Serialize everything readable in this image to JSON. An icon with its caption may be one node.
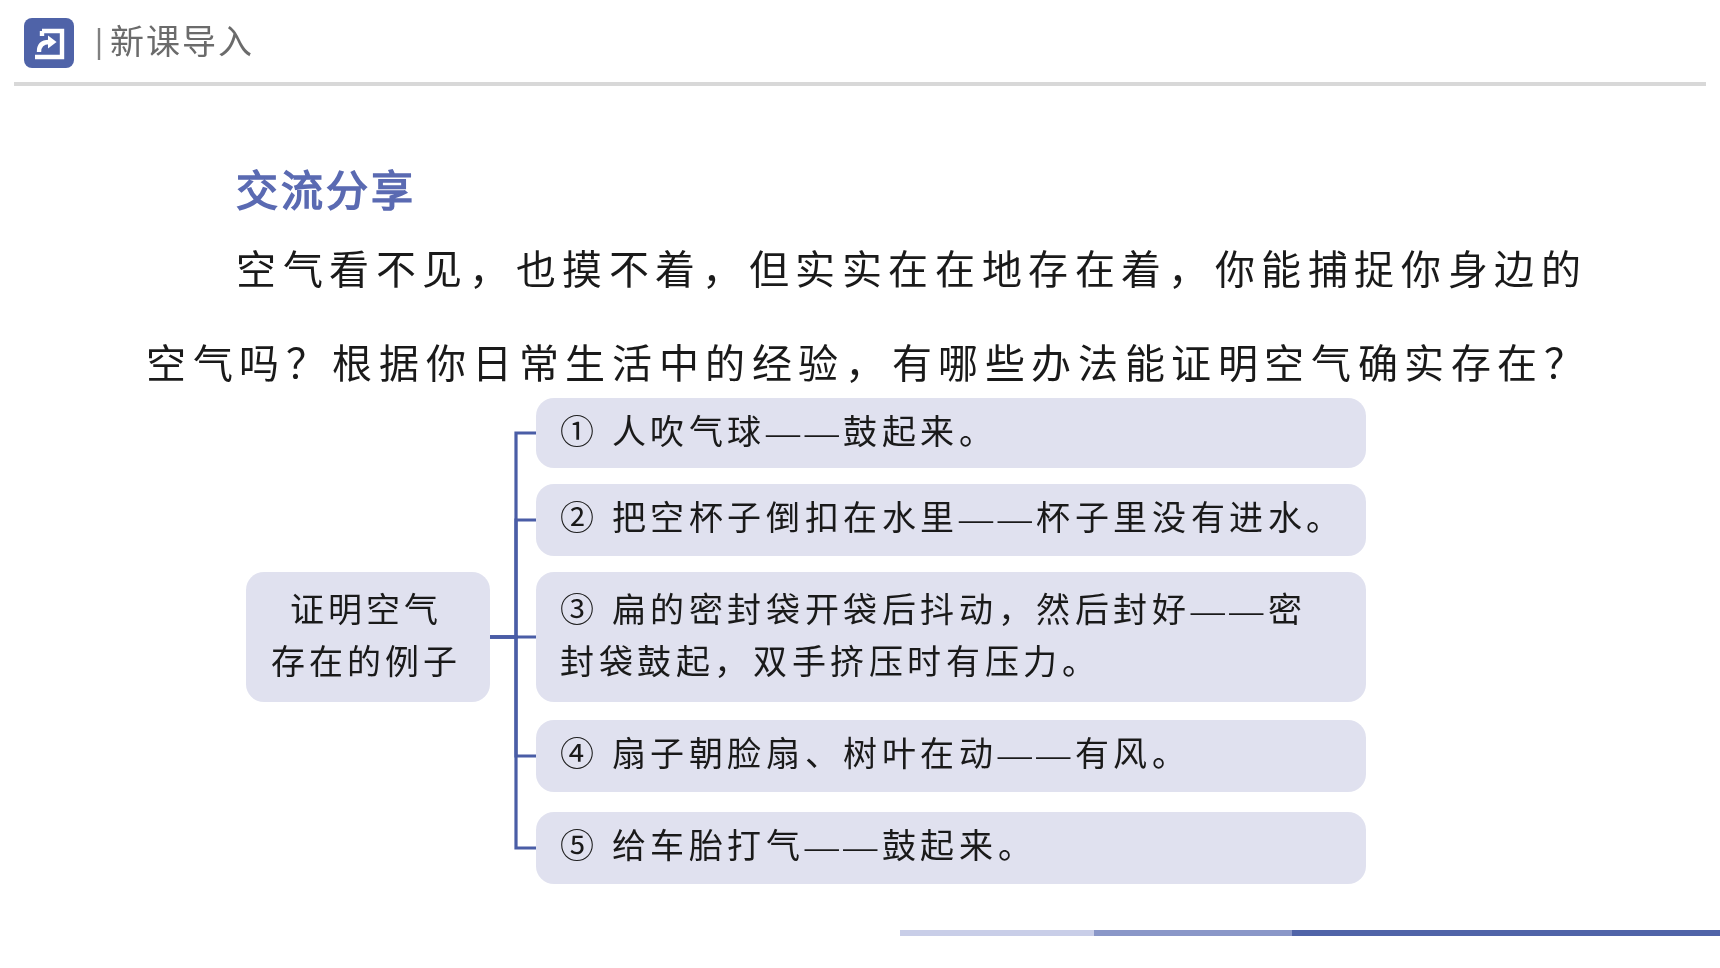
{
  "diagram": {
    "title": "交流分享",
    "nodes": [
      {
        "text": [
          "证明空气存在的例子"
        ]
      },
      {
        "text": [
          "① 人吹气球——鼓起来。"
        ]
      },
      {
        "text": [
          "② 把空杯子倒扣在水里——杯子里没有进水。"
        ]
      },
      {
        "text": [
          "③ 扁的密封袋开袋后抖动，然后封好——密封袋鼓起，双手挤压时有压力。"
        ]
      },
      {
        "text": [
          "④ 扇子朝脸扇、树叶在动——有风。"
        ]
      },
      {
        "text": [
          "⑤ 给车胎打气——鼓起来。"
        ]
      }
    ],
    "edges": [
      {
        "from": 0,
        "to": 1,
        "arrow": "none"
      },
      {
        "from": 0,
        "to": 2,
        "arrow": "none"
      },
      {
        "from": 0,
        "to": 3,
        "arrow": "none"
      },
      {
        "from": 0,
        "to": 4,
        "arrow": "none"
      },
      {
        "from": 0,
        "to": 5,
        "arrow": "none"
      }
    ],
    "labels": [
      "新课导入",
      "空气看不见，也摸不着，但实实在在地存在着，你能捕捉你身边的空气吗？根据你日常生活中的经验，有哪些办法能证明空气确实存在？"
    ]
  }
}
